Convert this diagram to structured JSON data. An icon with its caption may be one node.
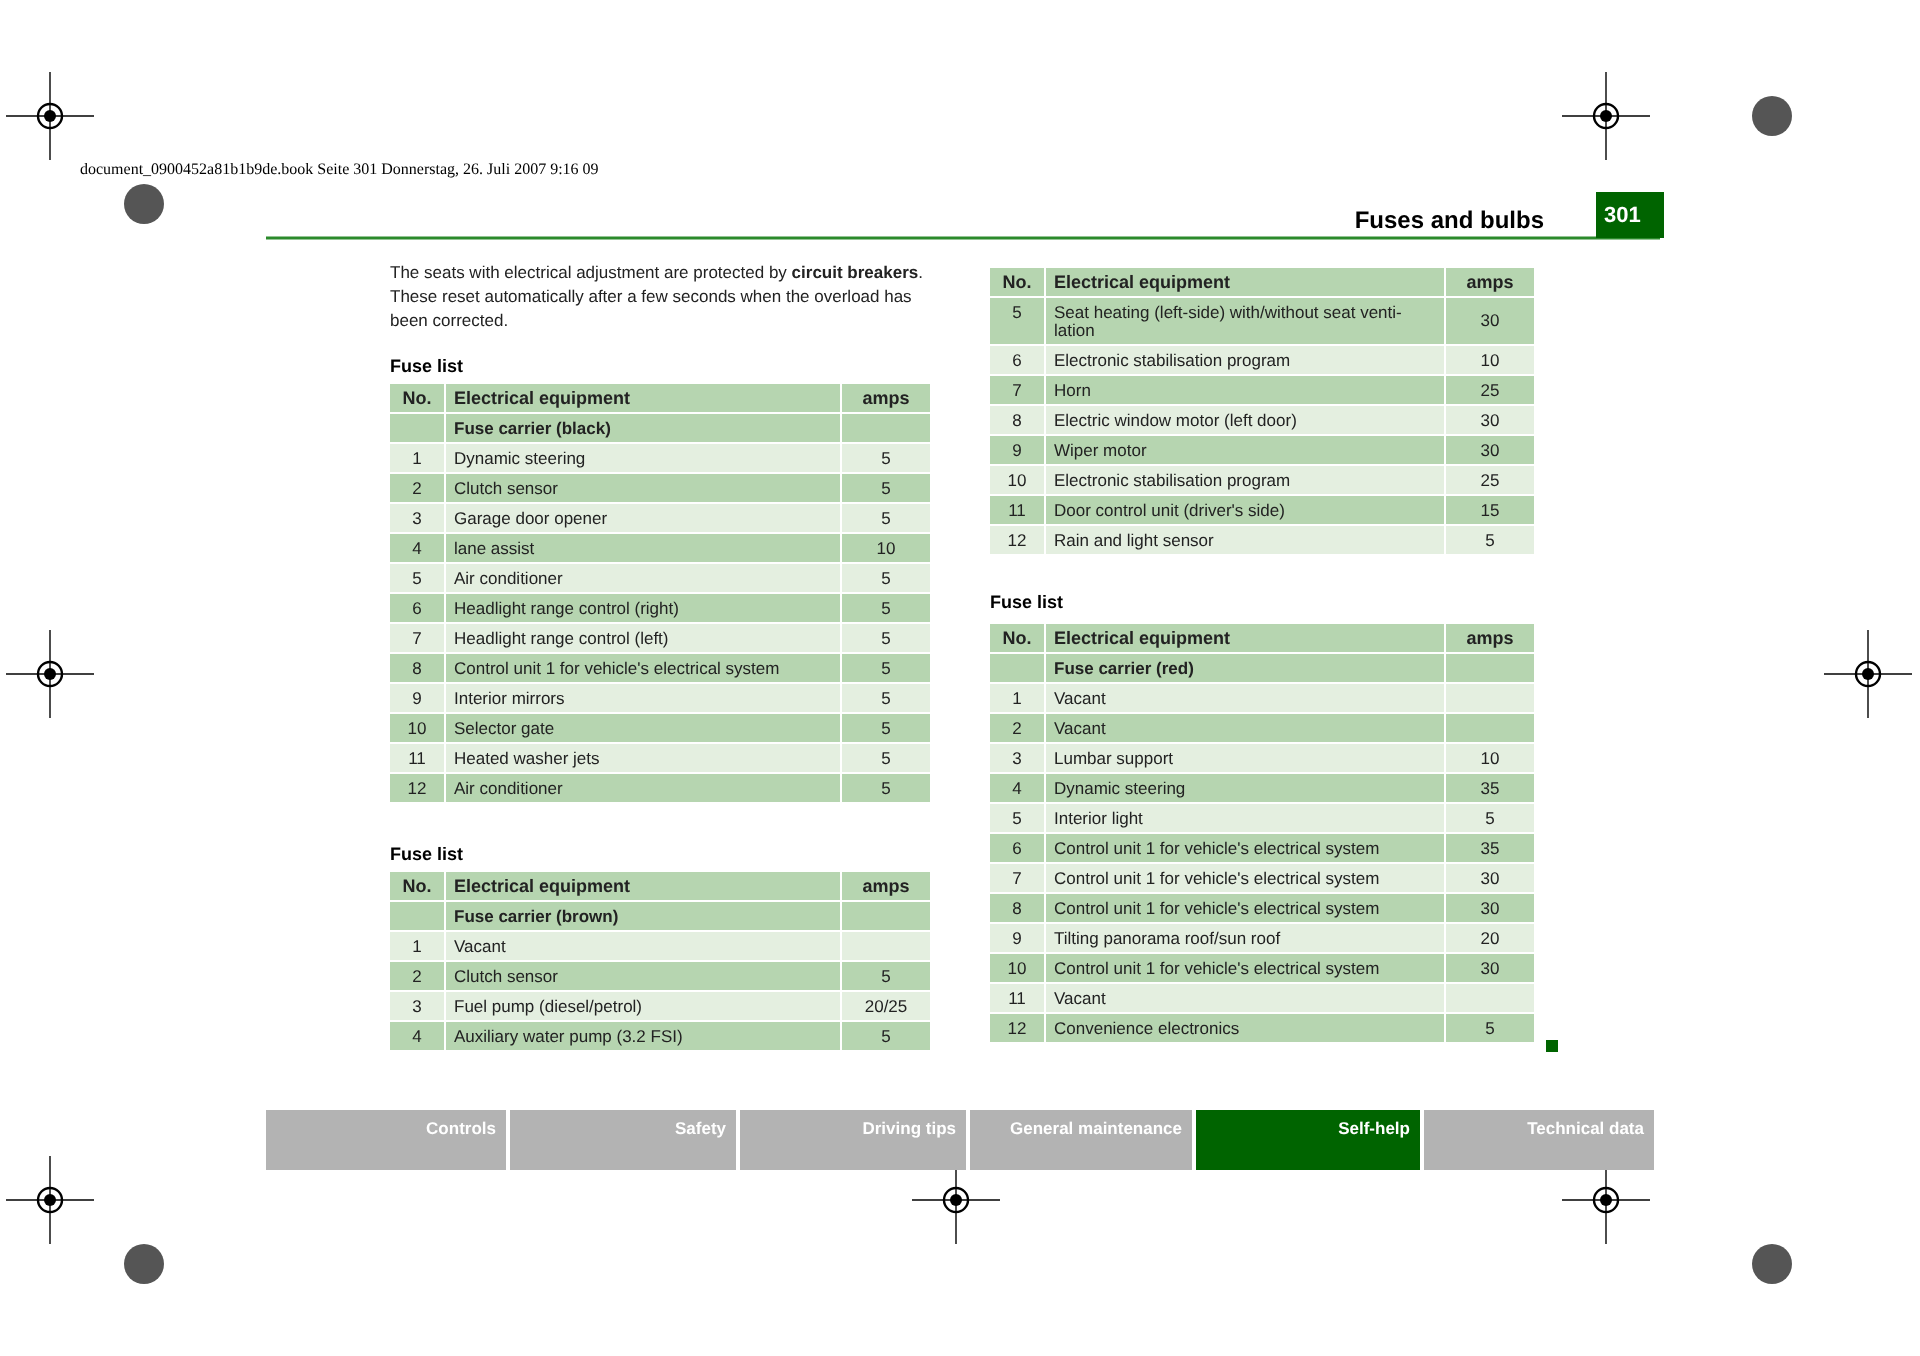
{
  "diagram": {
    "title": "Fuses and bulbs",
    "labels": [
      "document_0900452a81b1b9de.book  Seite 301  Donnerstag, 26. Juli 2007  9:16 09",
      "301",
      "The seats with electrical adjustment are protected by **circuit breakers**. These reset automatically after a few seconds when the overload has been corrected.",
      "Fuse list",
      "No.",
      "Electrical equipment",
      "amps",
      "Fuse carrier (black)",
      "1",
      "Dynamic steering",
      "5",
      "2",
      "Clutch sensor",
      "5",
      "3",
      "Garage door opener",
      "5",
      "4",
      "lane assist",
      "10",
      "5",
      "Air conditioner",
      "5",
      "6",
      "Headlight range control (right)",
      "5",
      "7",
      "Headlight range control (left)",
      "5",
      "8",
      "Control unit 1 for vehicle's electrical system",
      "5",
      "9",
      "Interior mirrors",
      "5",
      "10",
      "Selector gate",
      "5",
      "11",
      "Heated washer jets",
      "5",
      "12",
      "Air conditioner",
      "5",
      "Fuse list",
      "No.",
      "Electrical equipment",
      "amps",
      "Fuse carrier (brown)",
      "1",
      "Vacant",
      "2",
      "Clutch sensor",
      "5",
      "3",
      "Fuel pump (diesel/petrol)",
      "20/25",
      "4",
      "Auxiliary water pump (3.2 FSI)",
      "5",
      "No.",
      "Electrical equipment",
      "amps",
      "5",
      "Seat heating (left-side) with/without seat venti-lation",
      "30",
      "6",
      "Electronic stabilisation program",
      "10",
      "7",
      "Horn",
      "25",
      "8",
      "Electric window motor (left door)",
      "30",
      "9",
      "Wiper motor",
      "30",
      "10",
      "Electronic stabilisation program",
      "25",
      "11",
      "Door control unit (driver's side)",
      "15",
      "12",
      "Rain and light sensor",
      "5",
      "Fuse list",
      "No.",
      "Electrical equipment",
      "amps",
      "Fuse carrier (red)",
      "1",
      "Vacant",
      "2",
      "Vacant",
      "3",
      "Lumbar support",
      "10",
      "4",
      "Dynamic steering",
      "35",
      "5",
      "Interior light",
      "5",
      "6",
      "Control unit 1 for vehicle's electrical system",
      "35",
      "7",
      "Control unit 1 for vehicle's electrical system",
      "30",
      "8",
      "Control unit 1 for vehicle's electrical system",
      "30",
      "9",
      "Tilting panorama roof/sun roof",
      "20",
      "10",
      "Control unit 1 for vehicle's electrical system",
      "30",
      "11",
      "Vacant",
      "12",
      "Convenience electronics",
      "5",
      "Controls",
      "Safety",
      "Driving tips",
      "General maintenance",
      "Self-help",
      "Technical data"
    ]
  }
}
